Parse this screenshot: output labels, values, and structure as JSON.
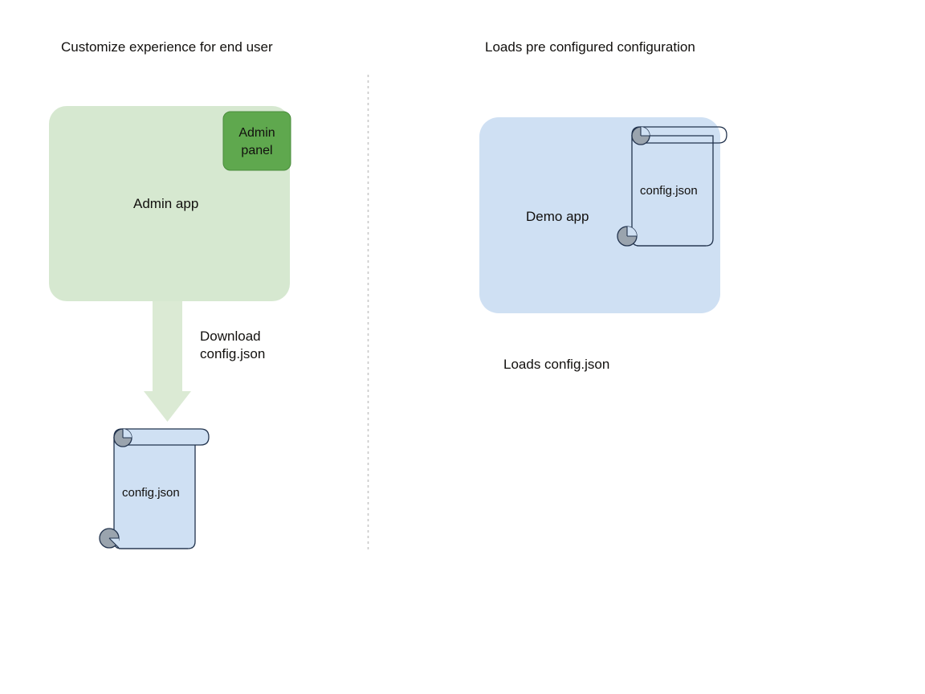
{
  "diagram": {
    "title_left": "Customize experience for end user",
    "title_right": "Loads pre configured configuration",
    "left_panel": {
      "app_box_label": "Admin app",
      "admin_panel_label": "Admin\npanel",
      "arrow_label": "Download\nconfig.json",
      "document_label": "config.json",
      "colors": {
        "app_box_fill": "#d6e8d0",
        "admin_panel_fill": "#5fa84e",
        "admin_panel_stroke": "#4a8c3c",
        "arrow_fill": "#dbead4",
        "document_fill": "#cfe0f3",
        "document_stroke": "#22334d",
        "document_curl_fill": "#9aa4ae"
      }
    },
    "right_panel": {
      "app_box_label": "Demo app",
      "document_label": "config.json",
      "caption": "Loads config.json",
      "colors": {
        "app_box_fill": "#cfe0f3",
        "document_stroke": "#22334d",
        "document_curl_fill": "#9aa4ae"
      }
    },
    "divider": {
      "style": "dotted-vertical",
      "color": "#c9c9c9"
    }
  }
}
